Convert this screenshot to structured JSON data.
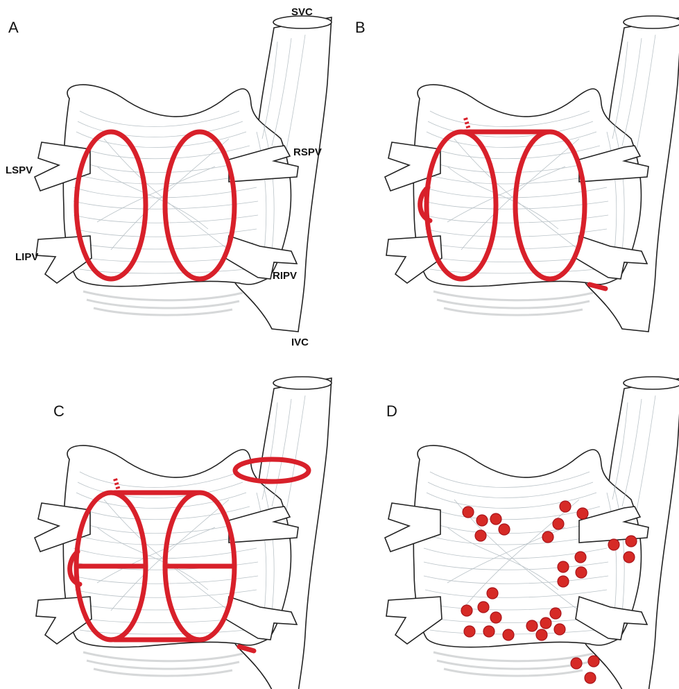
{
  "panels": [
    {
      "id": "A",
      "label": "A",
      "vessel_labels": {
        "svc": "SVC",
        "rspv": "RSPV",
        "lspv": "LSPV",
        "lipv": "LIPV",
        "ripv": "RIPV",
        "ivc": "IVC"
      }
    },
    {
      "id": "B",
      "label": "B"
    },
    {
      "id": "C",
      "label": "C"
    },
    {
      "id": "D",
      "label": "D"
    }
  ],
  "colors": {
    "lesion": "#d8202a",
    "outline": "#222222",
    "fiber": "#b9c2c7"
  }
}
